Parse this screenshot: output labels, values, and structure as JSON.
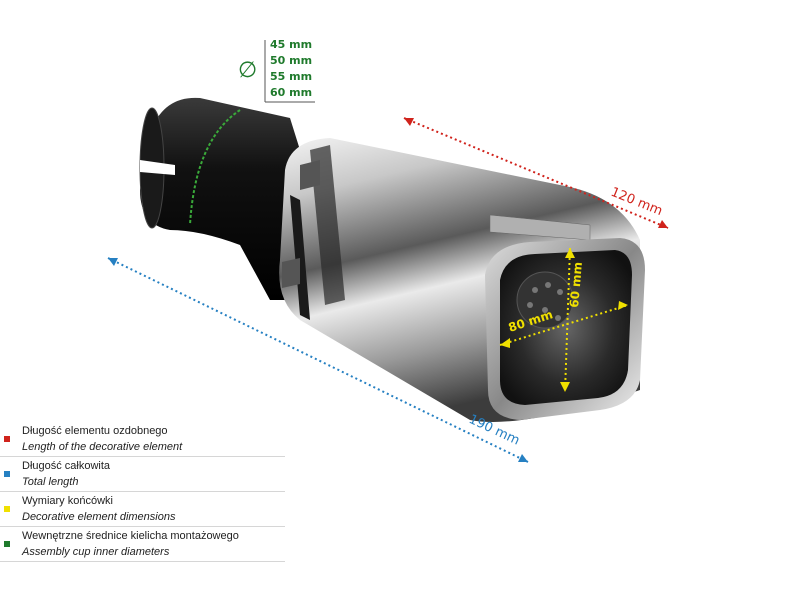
{
  "diameters": {
    "symbol": "∅",
    "values": [
      "45 mm",
      "50 mm",
      "55 mm",
      "60 mm"
    ]
  },
  "dimensions": {
    "decorative_length": "120 mm",
    "total_length": "190 mm",
    "width": "80 mm",
    "height": "60 mm"
  },
  "legend": [
    {
      "color": "#d0231c",
      "pl": "Długość elementu ozdobnego",
      "en": "Length of the decorative element"
    },
    {
      "color": "#2680c2",
      "pl": "Długość całkowita",
      "en": "Total length"
    },
    {
      "color": "#f0e000",
      "pl": "Wymiary końcówki",
      "en": "Decorative element dimensions"
    },
    {
      "color": "#1f7a2c",
      "pl": "Wewnętrzne średnice kielicha montażowego",
      "en": "Assembly cup inner diameters"
    }
  ],
  "colors": {
    "red": "#d0231c",
    "blue": "#2680c2",
    "yellow": "#f0e000",
    "green": "#1f7a2c"
  }
}
